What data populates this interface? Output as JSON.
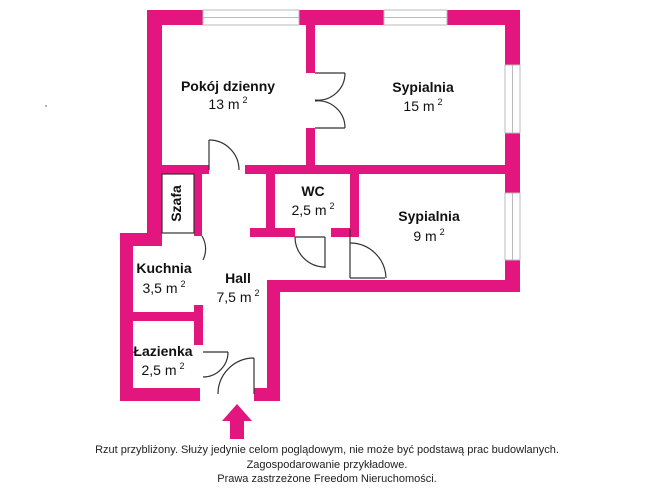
{
  "colors": {
    "wall": "#e3157e",
    "line": "#333333",
    "window": "#bbbbbb",
    "background": "#ffffff"
  },
  "rooms": [
    {
      "id": "pokoj-dzienny",
      "name": "Pokój dzienny",
      "area": "13 m",
      "sup": "2"
    },
    {
      "id": "sypialnia-1",
      "name": "Sypialnia",
      "area": "15 m",
      "sup": "2"
    },
    {
      "id": "wc",
      "name": "WC",
      "area": "2,5 m",
      "sup": "2"
    },
    {
      "id": "sypialnia-2",
      "name": "Sypialnia",
      "area": "9 m",
      "sup": "2"
    },
    {
      "id": "kuchnia",
      "name": "Kuchnia",
      "area": "3,5 m",
      "sup": "2"
    },
    {
      "id": "hall",
      "name": "Hall",
      "area": "7,5 m",
      "sup": "2"
    },
    {
      "id": "lazienka",
      "name": "Łazienka",
      "area": "2,5 m",
      "sup": "2"
    }
  ],
  "closet": {
    "label": "Szafa"
  },
  "entrance": {
    "icon": "entrance-arrow-icon"
  },
  "disclaimer": {
    "line1": "Rzut przybliżony. Służy jedynie celom poglądowym, nie może być podstawą prac budowlanych.",
    "line2": "Zagospodarowanie przykładowe.",
    "line3": "Prawa zastrzeżone Freedom Nieruchomości."
  }
}
